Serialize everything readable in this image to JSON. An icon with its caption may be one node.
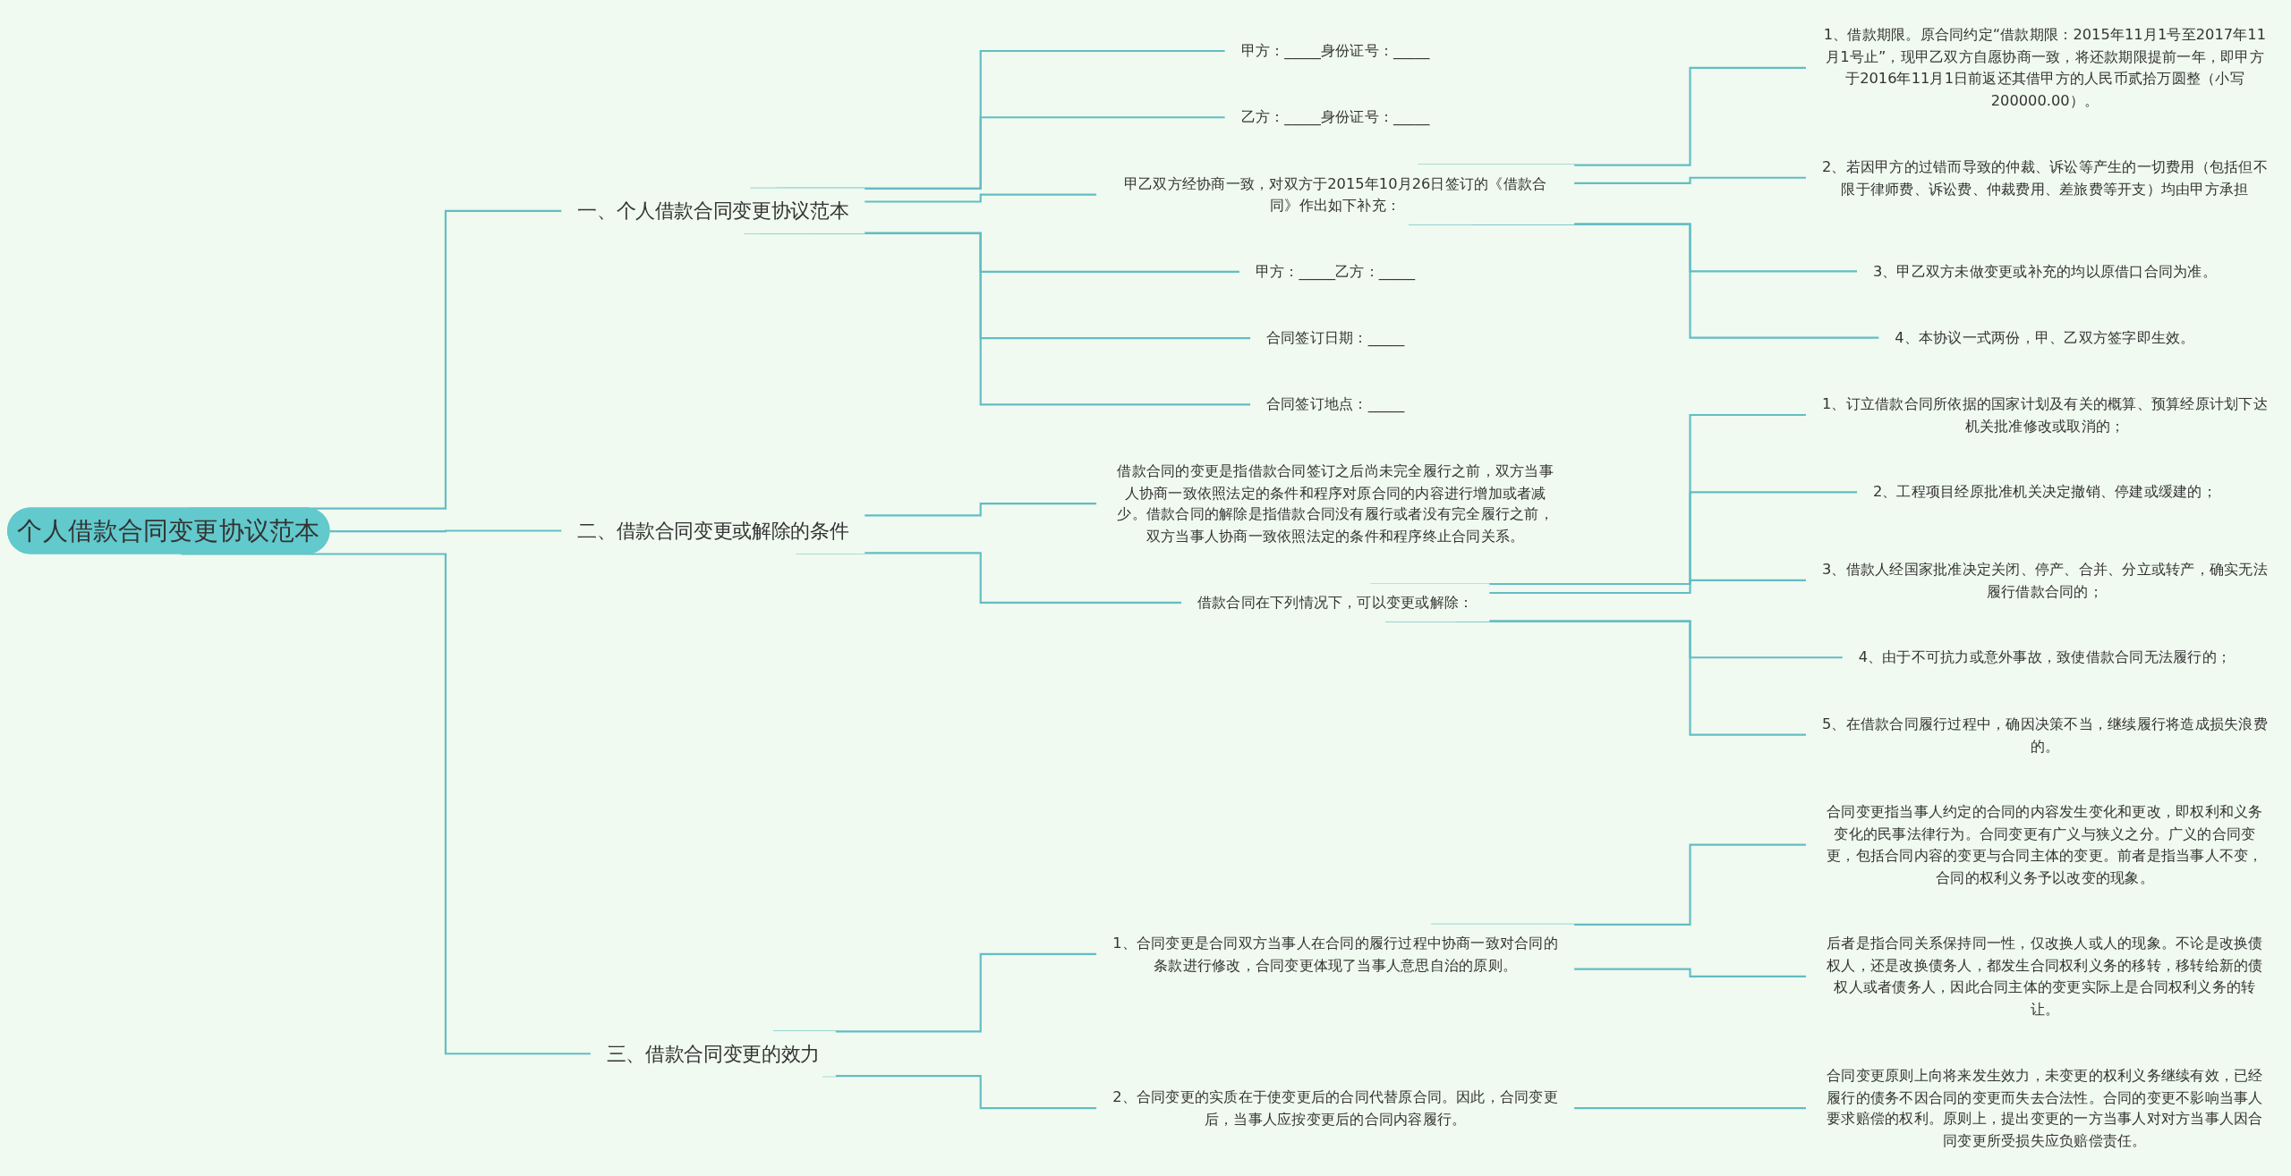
{
  "diagram": {
    "nodes": [
      {
        "text": [
          "个人借款合同变更协议范本"
        ]
      },
      {
        "text": [
          "一、个人借款合同变更协议范本"
        ]
      },
      {
        "text": [
          "甲方：_____身份证号：_____"
        ]
      },
      {
        "text": [
          "乙方：_____身份证号：_____"
        ]
      },
      {
        "text": [
          "甲乙双方经协商一致，对双方于2015年10月26日签订的《借款合同》作出如下补充："
        ]
      },
      {
        "text": [
          "1、借款期限。原合同约定“借款期限：2015年11月1号至2017年11月1号止”，现甲乙双方自愿协商一致，将还款期限提前一年，即甲方于2016年11月1日前返还其借甲方的人民币贰拾万圆整（小写200000.00）。"
        ]
      },
      {
        "text": [
          "2、若因甲方的过错而导致的仲裁、诉讼等产生的一切费用（包括但不限于律师费、诉讼费、仲裁费用、差旅费等开支）均由甲方承担"
        ]
      },
      {
        "text": [
          "3、甲乙双方未做变更或补充的均以原借口合同为准。"
        ]
      },
      {
        "text": [
          "4、本协议一式两份，甲、乙双方签字即生效。"
        ]
      },
      {
        "text": [
          "甲方：_____乙方：_____"
        ]
      },
      {
        "text": [
          "合同签订日期：_____"
        ]
      },
      {
        "text": [
          "合同签订地点：_____"
        ]
      },
      {
        "text": [
          "二、借款合同变更或解除的条件"
        ]
      },
      {
        "text": [
          "借款合同的变更是指借款合同签订之后尚未完全履行之前，双方当事人协商一致依照法定的条件和程序对原合同的内容进行增加或者减少。借款合同的解除是指借款合同没有履行或者没有完全履行之前，双方当事人协商一致依照法定的条件和程序终止合同关系。"
        ]
      },
      {
        "text": [
          "借款合同在下列情况下，可以变更或解除："
        ]
      },
      {
        "text": [
          "1、订立借款合同所依据的国家计划及有关的概算、预算经原计划下达机关批准修改或取消的；"
        ]
      },
      {
        "text": [
          "2、工程项目经原批准机关决定撤销、停建或缓建的；"
        ]
      },
      {
        "text": [
          "3、借款人经国家批准决定关闭、停产、合并、分立或转产，确实无法履行借款合同的；"
        ]
      },
      {
        "text": [
          "4、由于不可抗力或意外事故，致使借款合同无法履行的；"
        ]
      },
      {
        "text": [
          "5、在借款合同履行过程中，确因决策不当，继续履行将造成损失浪费的。"
        ]
      },
      {
        "text": [
          "三、借款合同变更的效力"
        ]
      },
      {
        "text": [
          "1、合同变更是合同双方当事人在合同的履行过程中协商一致对合同的条款进行修改，合同变更体现了当事人意思自治的原则。"
        ]
      },
      {
        "text": [
          "合同变更指当事人约定的合同的内容发生变化和更改，即权利和义务变化的民事法律行为。合同变更有广义与狭义之分。广义的合同变更，包括合同内容的变更与合同主体的变更。前者是指当事人不变，合同的权利义务予以改变的现象。"
        ]
      },
      {
        "text": [
          "后者是指合同关系保持同一性，仅改换人或人的现象。不论是改换债权人，还是改换债务人，都发生合同权利义务的移转，移转给新的债权人或者债务人，因此合同主体的变更实际上是合同权利义务的转让。"
        ]
      },
      {
        "text": [
          "2、合同变更的实质在于使变更后的合同代替原合同。因此，合同变更后，当事人应按变更后的合同内容履行。"
        ]
      },
      {
        "text": [
          "合同变更原则上向将来发生效力，未变更的权利义务继续有效，已经履行的债务不因合同的变更而失去合法性。合同的变更不影响当事人要求赔偿的权利。原则上，提出变更的一方当事人对对方当事人因合同变更所受损失应负赔偿责任。"
        ]
      }
    ],
    "edges": [
      {
        "from": 0,
        "to": 1,
        "arrow": "none"
      },
      {
        "from": 1,
        "to": 2,
        "arrow": "none"
      },
      {
        "from": 1,
        "to": 3,
        "arrow": "none"
      },
      {
        "from": 1,
        "to": 4,
        "arrow": "none"
      },
      {
        "from": 4,
        "to": 5,
        "arrow": "none"
      },
      {
        "from": 4,
        "to": 6,
        "arrow": "none"
      },
      {
        "from": 4,
        "to": 7,
        "arrow": "none"
      },
      {
        "from": 4,
        "to": 8,
        "arrow": "none"
      },
      {
        "from": 1,
        "to": 9,
        "arrow": "none"
      },
      {
        "from": 1,
        "to": 10,
        "arrow": "none"
      },
      {
        "from": 1,
        "to": 11,
        "arrow": "none"
      },
      {
        "from": 0,
        "to": 12,
        "arrow": "none"
      },
      {
        "from": 12,
        "to": 13,
        "arrow": "none"
      },
      {
        "from": 12,
        "to": 14,
        "arrow": "none"
      },
      {
        "from": 14,
        "to": 15,
        "arrow": "none"
      },
      {
        "from": 14,
        "to": 16,
        "arrow": "none"
      },
      {
        "from": 14,
        "to": 17,
        "arrow": "none"
      },
      {
        "from": 14,
        "to": 18,
        "arrow": "none"
      },
      {
        "from": 14,
        "to": 19,
        "arrow": "none"
      },
      {
        "from": 0,
        "to": 20,
        "arrow": "none"
      },
      {
        "from": 20,
        "to": 21,
        "arrow": "none"
      },
      {
        "from": 21,
        "to": 22,
        "arrow": "none"
      },
      {
        "from": 21,
        "to": 23,
        "arrow": "none"
      },
      {
        "from": 20,
        "to": 24,
        "arrow": "none"
      },
      {
        "from": 24,
        "to": 25,
        "arrow": "none"
      }
    ]
  }
}
